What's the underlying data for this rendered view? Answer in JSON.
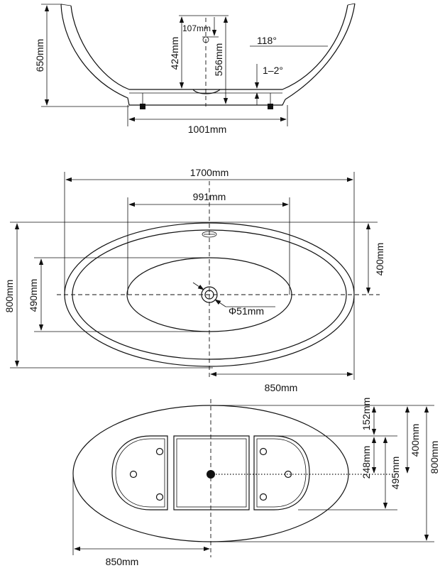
{
  "side_view": {
    "height_total": "650mm",
    "inner_height": "424mm",
    "outer_height": "556mm",
    "drain_offset": "107mm",
    "wall_angle": "118°",
    "floor_slope": "1–2°",
    "base_width": "1001mm"
  },
  "top_view": {
    "length": "1700mm",
    "inner_length": "991mm",
    "width": "800mm",
    "inner_width": "490mm",
    "half_width": "400mm",
    "drain_diameter": "Φ51mm",
    "half_length": "850mm"
  },
  "base_view": {
    "dim_152": "152mm",
    "dim_248": "248mm",
    "dim_495": "495mm",
    "dim_400": "400mm",
    "dim_800": "800mm",
    "half_length": "850mm"
  },
  "colors": {
    "line": "#111111",
    "background": "#ffffff"
  }
}
